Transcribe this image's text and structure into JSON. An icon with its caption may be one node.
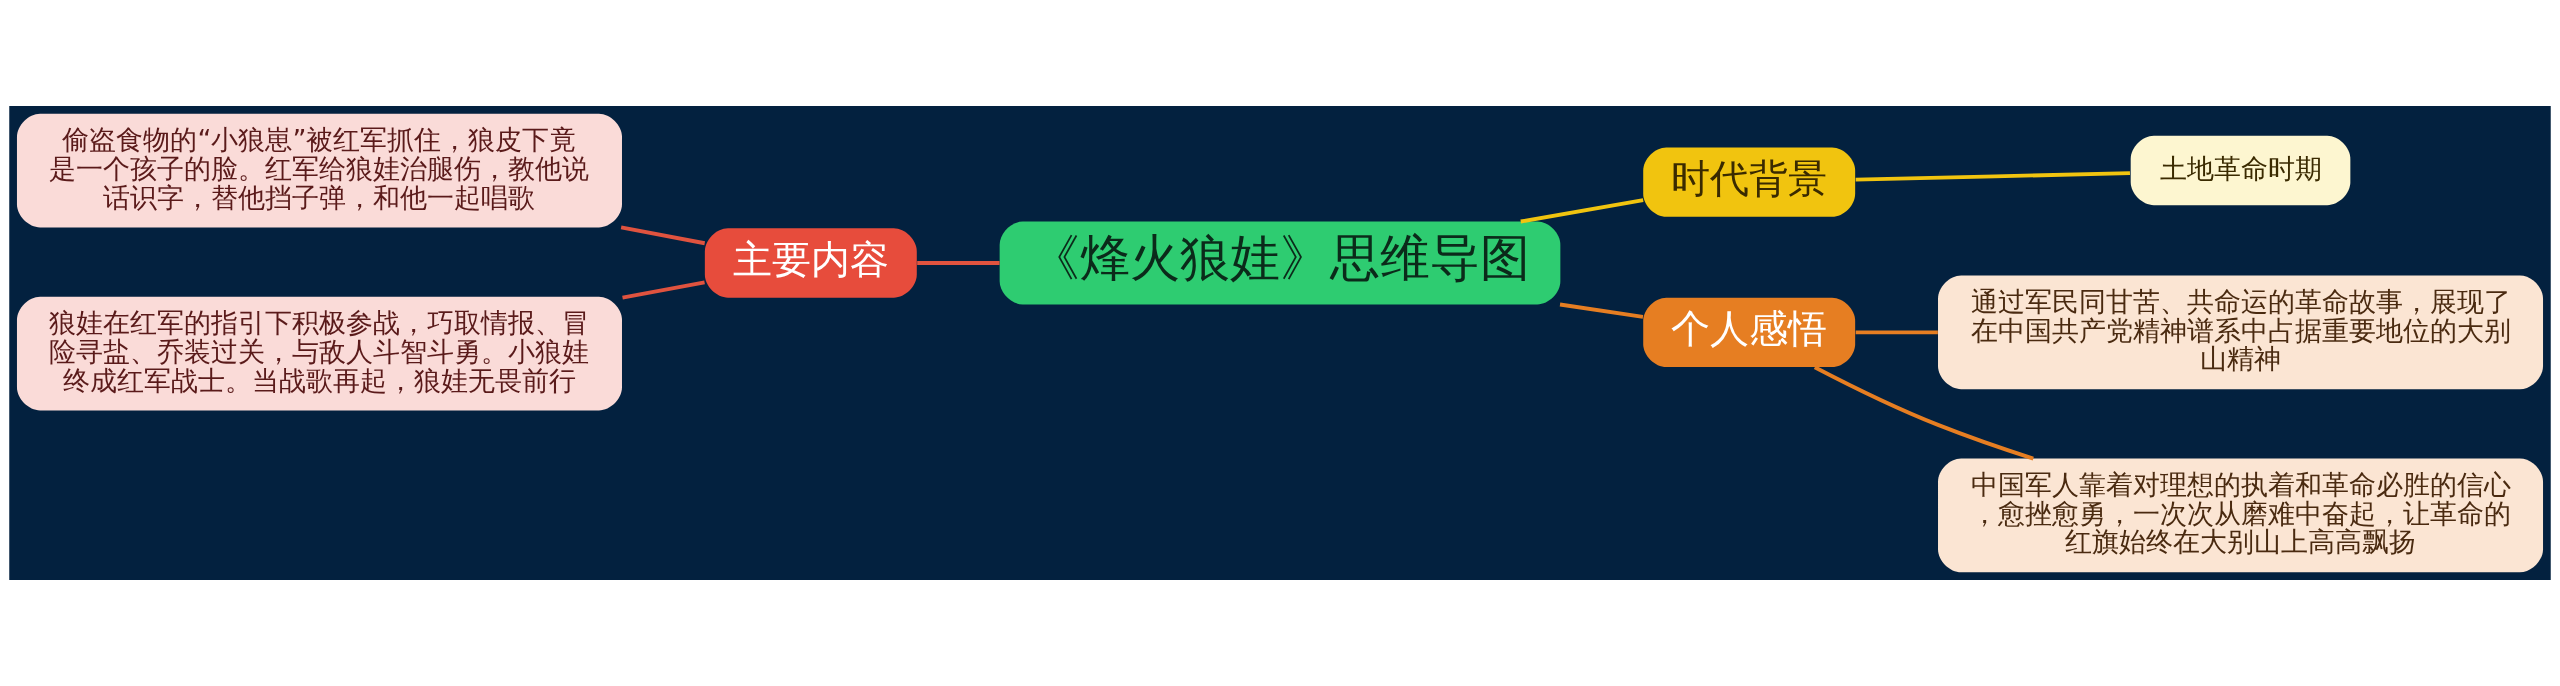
{
  "diagram": {
    "nodes": [
      {
        "text": [
          "《烽火狼娃》思维导图"
        ]
      },
      {
        "text": [
          "主要内容"
        ]
      },
      {
        "text": [
          "偷盗食物的“小狼崽”被红军抓住，狼皮下竟是一个孩子的脸。红军给狼娃治腿伤，教他说话识字，替他挡子弹，和他一起唱歌"
        ]
      },
      {
        "text": [
          "狼娃在红军的指引下积极参战，巧取情报、冒险寻盐、乔装过关，与敌人斗智斗勇。小狼娃终成红军战士。当战歌再起，狼娃无畏前行"
        ]
      },
      {
        "text": [
          "时代背景"
        ]
      },
      {
        "text": [
          "土地革命时期"
        ]
      },
      {
        "text": [
          "个人感悟"
        ]
      },
      {
        "text": [
          "通过军民同甘苦、共命运的革命故事，展现了在中国共产党精神谱系中占据重要地位的大别山精神"
        ]
      },
      {
        "text": [
          "中国军人靠着对理想的执着和革命必胜的信心，愈挫愈勇，一次次从磨难中奋起，让革命的红旗始终在大别山上高高飘扬"
        ]
      }
    ],
    "edges": [
      {
        "from": 0,
        "to": 1,
        "arrow": "none",
        "color": "#e0533f"
      },
      {
        "from": 1,
        "to": 2,
        "arrow": "none",
        "color": "#e0533f"
      },
      {
        "from": 1,
        "to": 3,
        "arrow": "none",
        "color": "#e0533f"
      },
      {
        "from": 0,
        "to": 4,
        "arrow": "none",
        "color": "#f1c40f"
      },
      {
        "from": 4,
        "to": 5,
        "arrow": "none",
        "color": "#f1c40f"
      },
      {
        "from": 0,
        "to": 6,
        "arrow": "none",
        "color": "#e67e22"
      },
      {
        "from": 6,
        "to": 7,
        "arrow": "none",
        "color": "#e67e22"
      },
      {
        "from": 6,
        "to": 8,
        "arrow": "none",
        "color": "#e67e22"
      }
    ]
  }
}
